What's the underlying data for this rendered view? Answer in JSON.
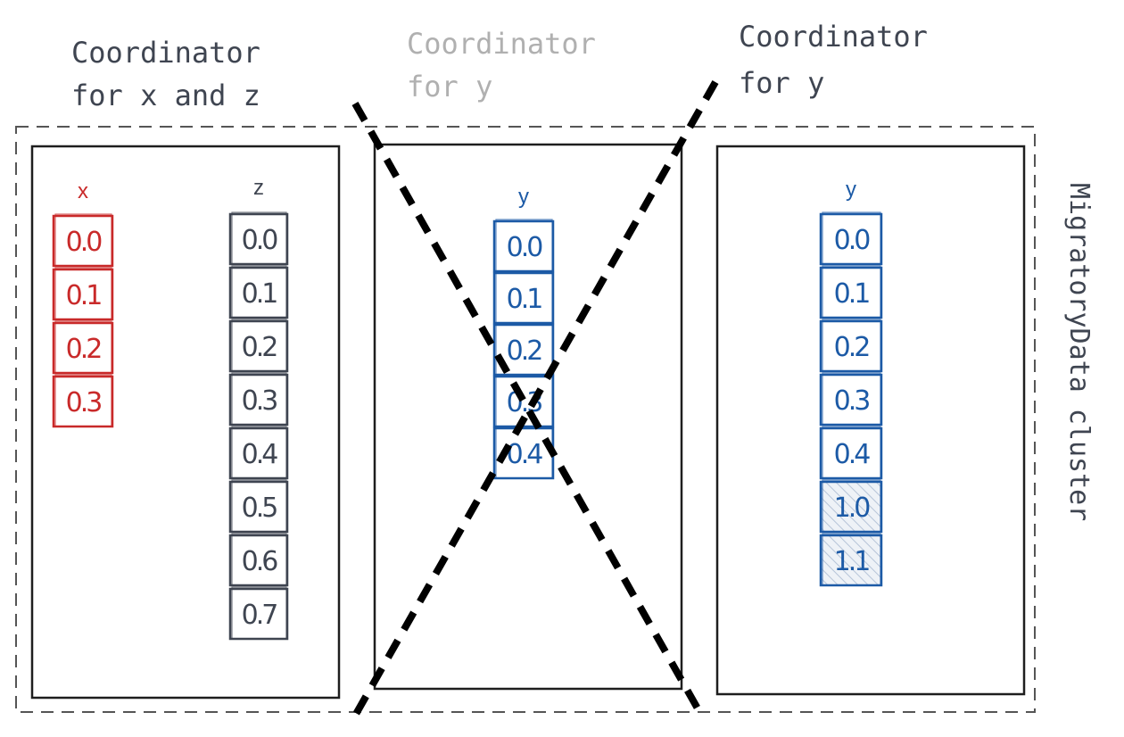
{
  "labels": {
    "coord_xz_line1": "Coordinator",
    "coord_xz_line2": "for x and z",
    "coord_y_old_line1": "Coordinator",
    "coord_y_old_line2": "for y",
    "coord_y_new_line1": "Coordinator",
    "coord_y_new_line2": "for y",
    "cluster": "MigratoryData cluster"
  },
  "nodes": [
    {
      "name": "node-left",
      "columns": [
        {
          "header": "x",
          "color": "#c92a2a",
          "cells": [
            "0.0",
            "0.1",
            "0.2",
            "0.3"
          ]
        },
        {
          "header": "z",
          "color": "#3f4551",
          "cells": [
            "0.0",
            "0.1",
            "0.2",
            "0.3",
            "0.4",
            "0.5",
            "0.6",
            "0.7"
          ]
        }
      ]
    },
    {
      "name": "node-middle",
      "crossed_out": true,
      "columns": [
        {
          "header": "y",
          "color": "#1c5aa6",
          "cells": [
            "0.0",
            "0.1",
            "0.2",
            "0.3",
            "0.4"
          ]
        }
      ]
    },
    {
      "name": "node-right",
      "columns": [
        {
          "header": "y",
          "color": "#1c5aa6",
          "cells": [
            "0.0",
            "0.1",
            "0.2",
            "0.3",
            "0.4",
            "1.0",
            "1.1"
          ],
          "hatched_from_index": 5
        }
      ]
    }
  ],
  "colors": {
    "ink": "#1e1e1e",
    "dark_label": "#3f4551",
    "faded_label": "#b0b0b0",
    "red": "#c92a2a",
    "blue": "#1c5aa6",
    "hatch": "#b6c4d8"
  }
}
